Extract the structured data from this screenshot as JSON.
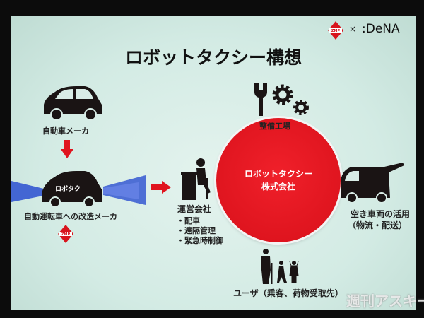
{
  "slide": {
    "title": "ロボットタクシー構想",
    "logos": {
      "zmp": "ZMP",
      "times": "×",
      "dena": ":DeNA"
    },
    "maker": "自動車メーカ",
    "robotaxi_car_label": "ロボタク",
    "conversion_maker": "自動運転車への改造メーカ",
    "conversion_logo": "ZMP",
    "operator": {
      "title": "運営会社",
      "bullets": [
        "・配車",
        "・遠隔管理",
        "・緊急時制御"
      ]
    },
    "center": {
      "line1": "ロボットタクシー",
      "line2": "株式会社"
    },
    "maintenance": "整備工場",
    "idle_vehicle": {
      "line1": "空き車両の活用",
      "line2": "（物流・配送）"
    },
    "users": "ユーザ（乗客、荷物受取先）",
    "watermark": "週刊アスキー"
  },
  "colors": {
    "accent_red": "#e0141e",
    "beam_blue": "#2a4fd0",
    "silhouette": "#1a1414",
    "background": "#d8ece6"
  }
}
